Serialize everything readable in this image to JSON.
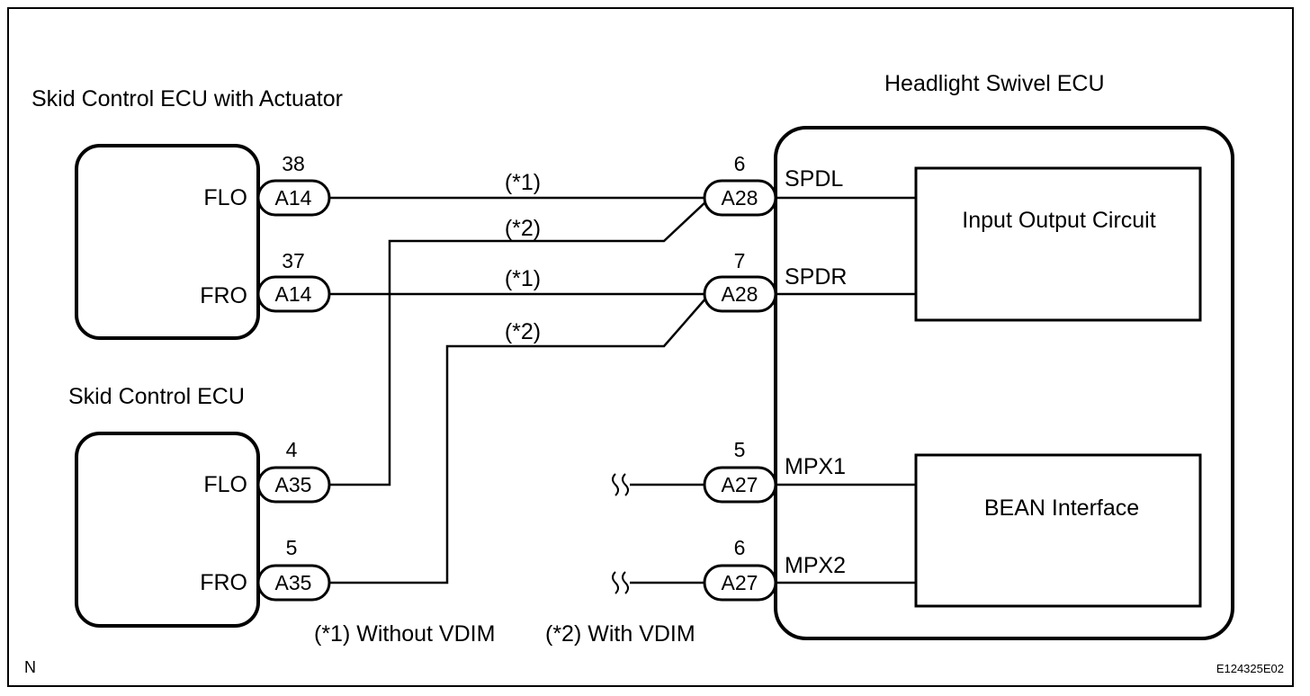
{
  "ecus": {
    "skid_actuator": {
      "title": "Skid Control ECU with Actuator",
      "terminals": [
        {
          "label": "FLO",
          "pin": "38",
          "connector": "A14"
        },
        {
          "label": "FRO",
          "pin": "37",
          "connector": "A14"
        }
      ]
    },
    "skid": {
      "title": "Skid Control ECU",
      "terminals": [
        {
          "label": "FLO",
          "pin": "4",
          "connector": "A35"
        },
        {
          "label": "FRO",
          "pin": "5",
          "connector": "A35"
        }
      ]
    },
    "swivel": {
      "title": "Headlight Swivel ECU",
      "terminals": [
        {
          "label": "SPDL",
          "pin": "6",
          "connector": "A28"
        },
        {
          "label": "SPDR",
          "pin": "7",
          "connector": "A28"
        },
        {
          "label": "MPX1",
          "pin": "5",
          "connector": "A27"
        },
        {
          "label": "MPX2",
          "pin": "6",
          "connector": "A27"
        }
      ],
      "blocks": {
        "io": "Input Output Circuit",
        "bean": "BEAN Interface"
      }
    }
  },
  "wires": {
    "note1": "(*1)",
    "note2": "(*2)"
  },
  "legend": {
    "without": "(*1) Without VDIM",
    "with": "(*2) With VDIM"
  },
  "corner": {
    "left": "N",
    "right": "E124325E02"
  }
}
